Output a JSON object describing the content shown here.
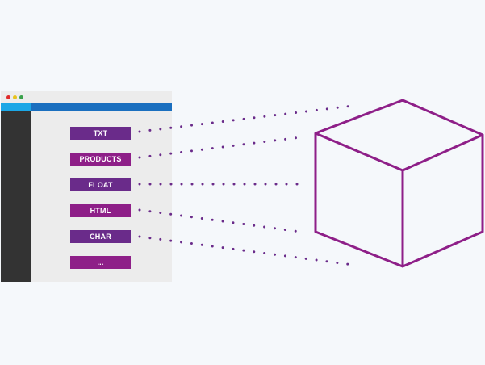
{
  "window": {
    "dots": [
      {
        "name": "close",
        "color": "#e02b2b"
      },
      {
        "name": "minimize",
        "color": "#e8c31c"
      },
      {
        "name": "maximize",
        "color": "#3aa14b"
      }
    ],
    "tab_color": "#1ba7e6",
    "tab_bar_color": "#1a6fbf",
    "sidebar_color": "#333333"
  },
  "fields": [
    {
      "label": "TXT",
      "color": "#6a2b8a"
    },
    {
      "label": "PRODUCTS",
      "color": "#8e1f88"
    },
    {
      "label": "FLOAT",
      "color": "#6a2b8a"
    },
    {
      "label": "HTML",
      "color": "#8e1f88"
    },
    {
      "label": "CHAR",
      "color": "#6a2b8a"
    },
    {
      "label": "...",
      "color": "#8e1f88"
    }
  ],
  "connector_color": "#6a2b8a",
  "cube": {
    "icon": "cube-icon",
    "stroke_color": "#8e1f88"
  }
}
